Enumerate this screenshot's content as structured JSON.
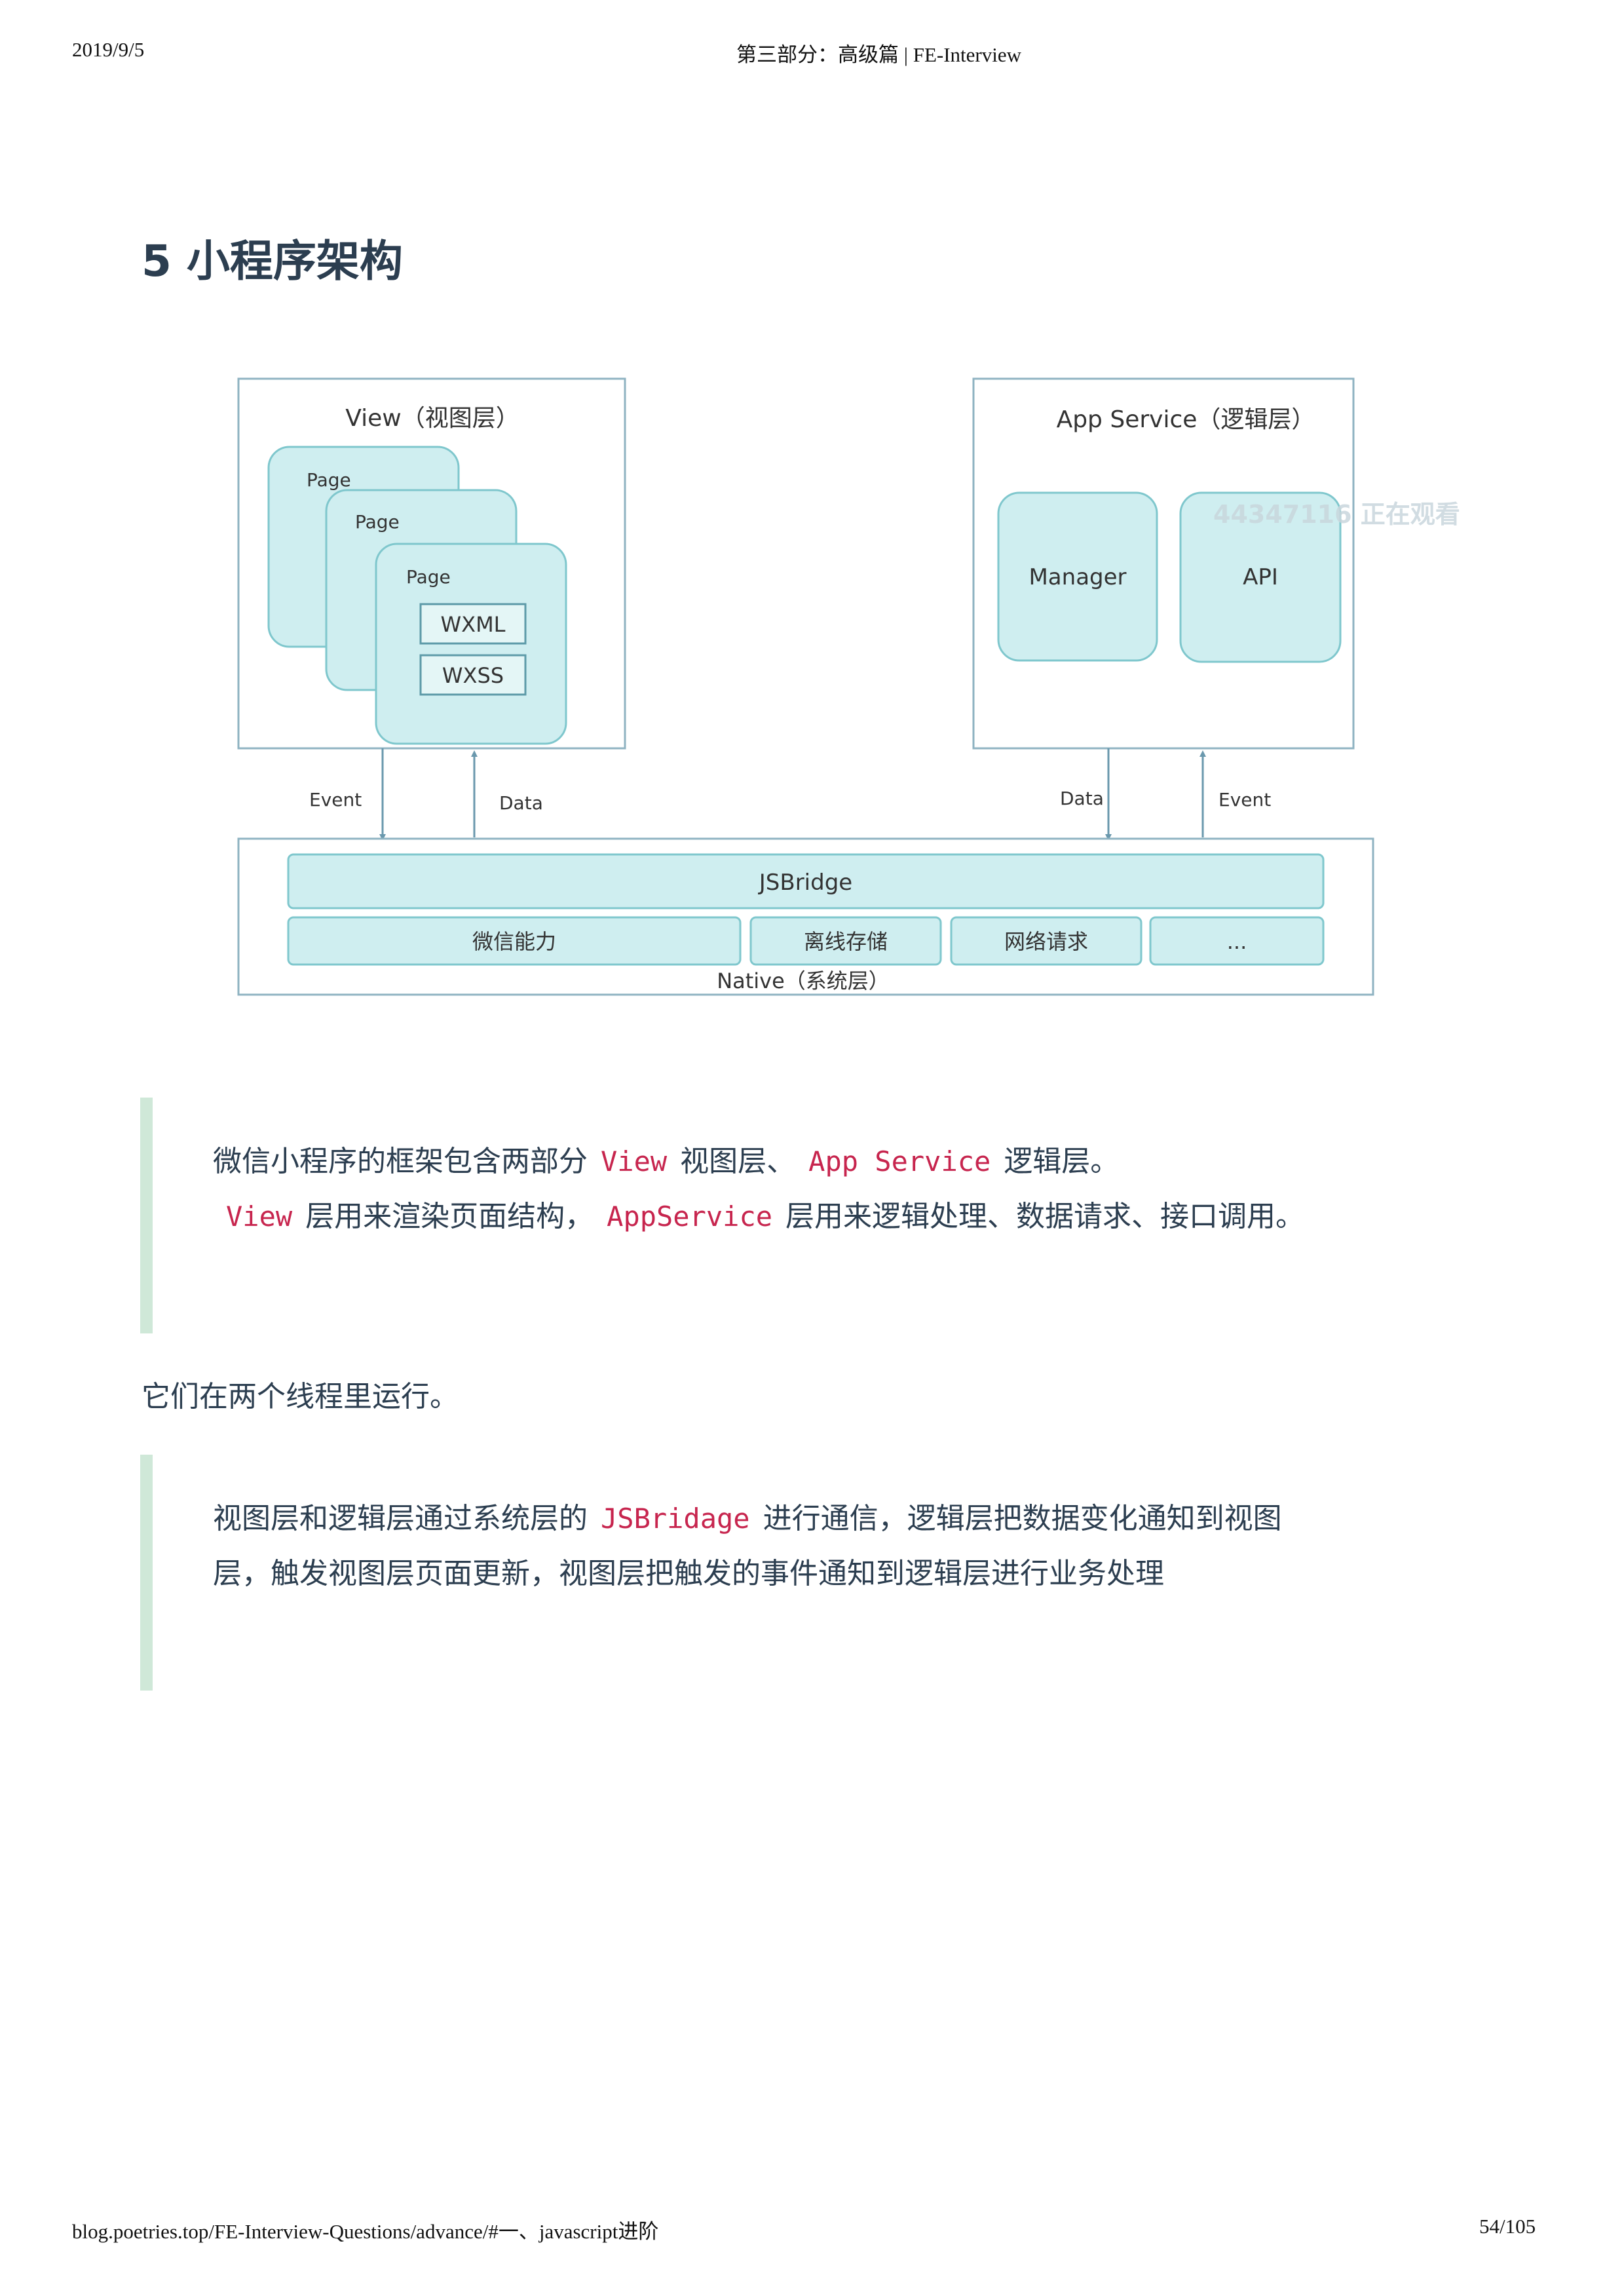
{
  "header": {
    "date": "2019/9/5",
    "title": "第三部分：高级篇 | FE-Interview"
  },
  "footer": {
    "url": "blog.poetries.top/FE-Interview-Questions/advance/#一、javascript进阶",
    "page": "54/105"
  },
  "section_title": "5 小程序架构",
  "diagram": {
    "view_title": "View（视图层）",
    "page1": "Page",
    "page2": "Page",
    "page3": "Page",
    "wxml": "WXML",
    "wxss": "WXSS",
    "app_service_title": "App Service（逻辑层）",
    "manager": "Manager",
    "api": "API",
    "watermark": "44347116 正在观看",
    "event_left": "Event",
    "data_left": "Data",
    "data_right": "Data",
    "event_right": "Event",
    "jsbridge": "JSBridge",
    "native_items": [
      "微信能力",
      "离线存储",
      "网络请求",
      "..."
    ],
    "native_title": "Native（系统层）"
  },
  "quote1": {
    "t1": "微信小程序的框架包含两部分",
    "c1": "View",
    "t2": "视图层、",
    "c2": "App Service",
    "t3": "逻辑层。",
    "c3": "View",
    "t4": "层用来渲染页面结构，",
    "c4": "AppService",
    "t5": "层用来逻辑处理、数据请求、接口调用。"
  },
  "paragraph": "它们在两个线程里运行。",
  "quote2": {
    "t1": "视图层和逻辑层通过系统层的",
    "c1": "JSBridage",
    "t2": "进行通信，逻辑层把数据变化通知到视图层，触发视图层页面更新，视图层把触发的事件通知到逻辑层进行业务处理"
  }
}
